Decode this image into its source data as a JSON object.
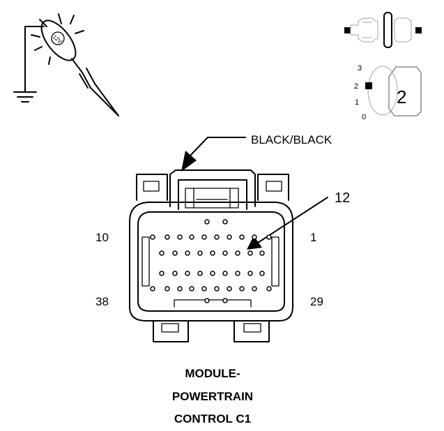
{
  "diagram": {
    "wire_color_label": "BLACK/BLACK",
    "pin_callout": "12",
    "pin_numbers": {
      "top_left": "10",
      "top_right": "1",
      "bottom_left": "38",
      "bottom_right": "29"
    },
    "title_lines": [
      "MODULE-",
      "POWERTRAIN",
      "CONTROL C1"
    ],
    "test_light_icon_text": "12V",
    "ignition": {
      "positions": [
        "3",
        "2",
        "1",
        "0"
      ],
      "selected": "2"
    }
  }
}
